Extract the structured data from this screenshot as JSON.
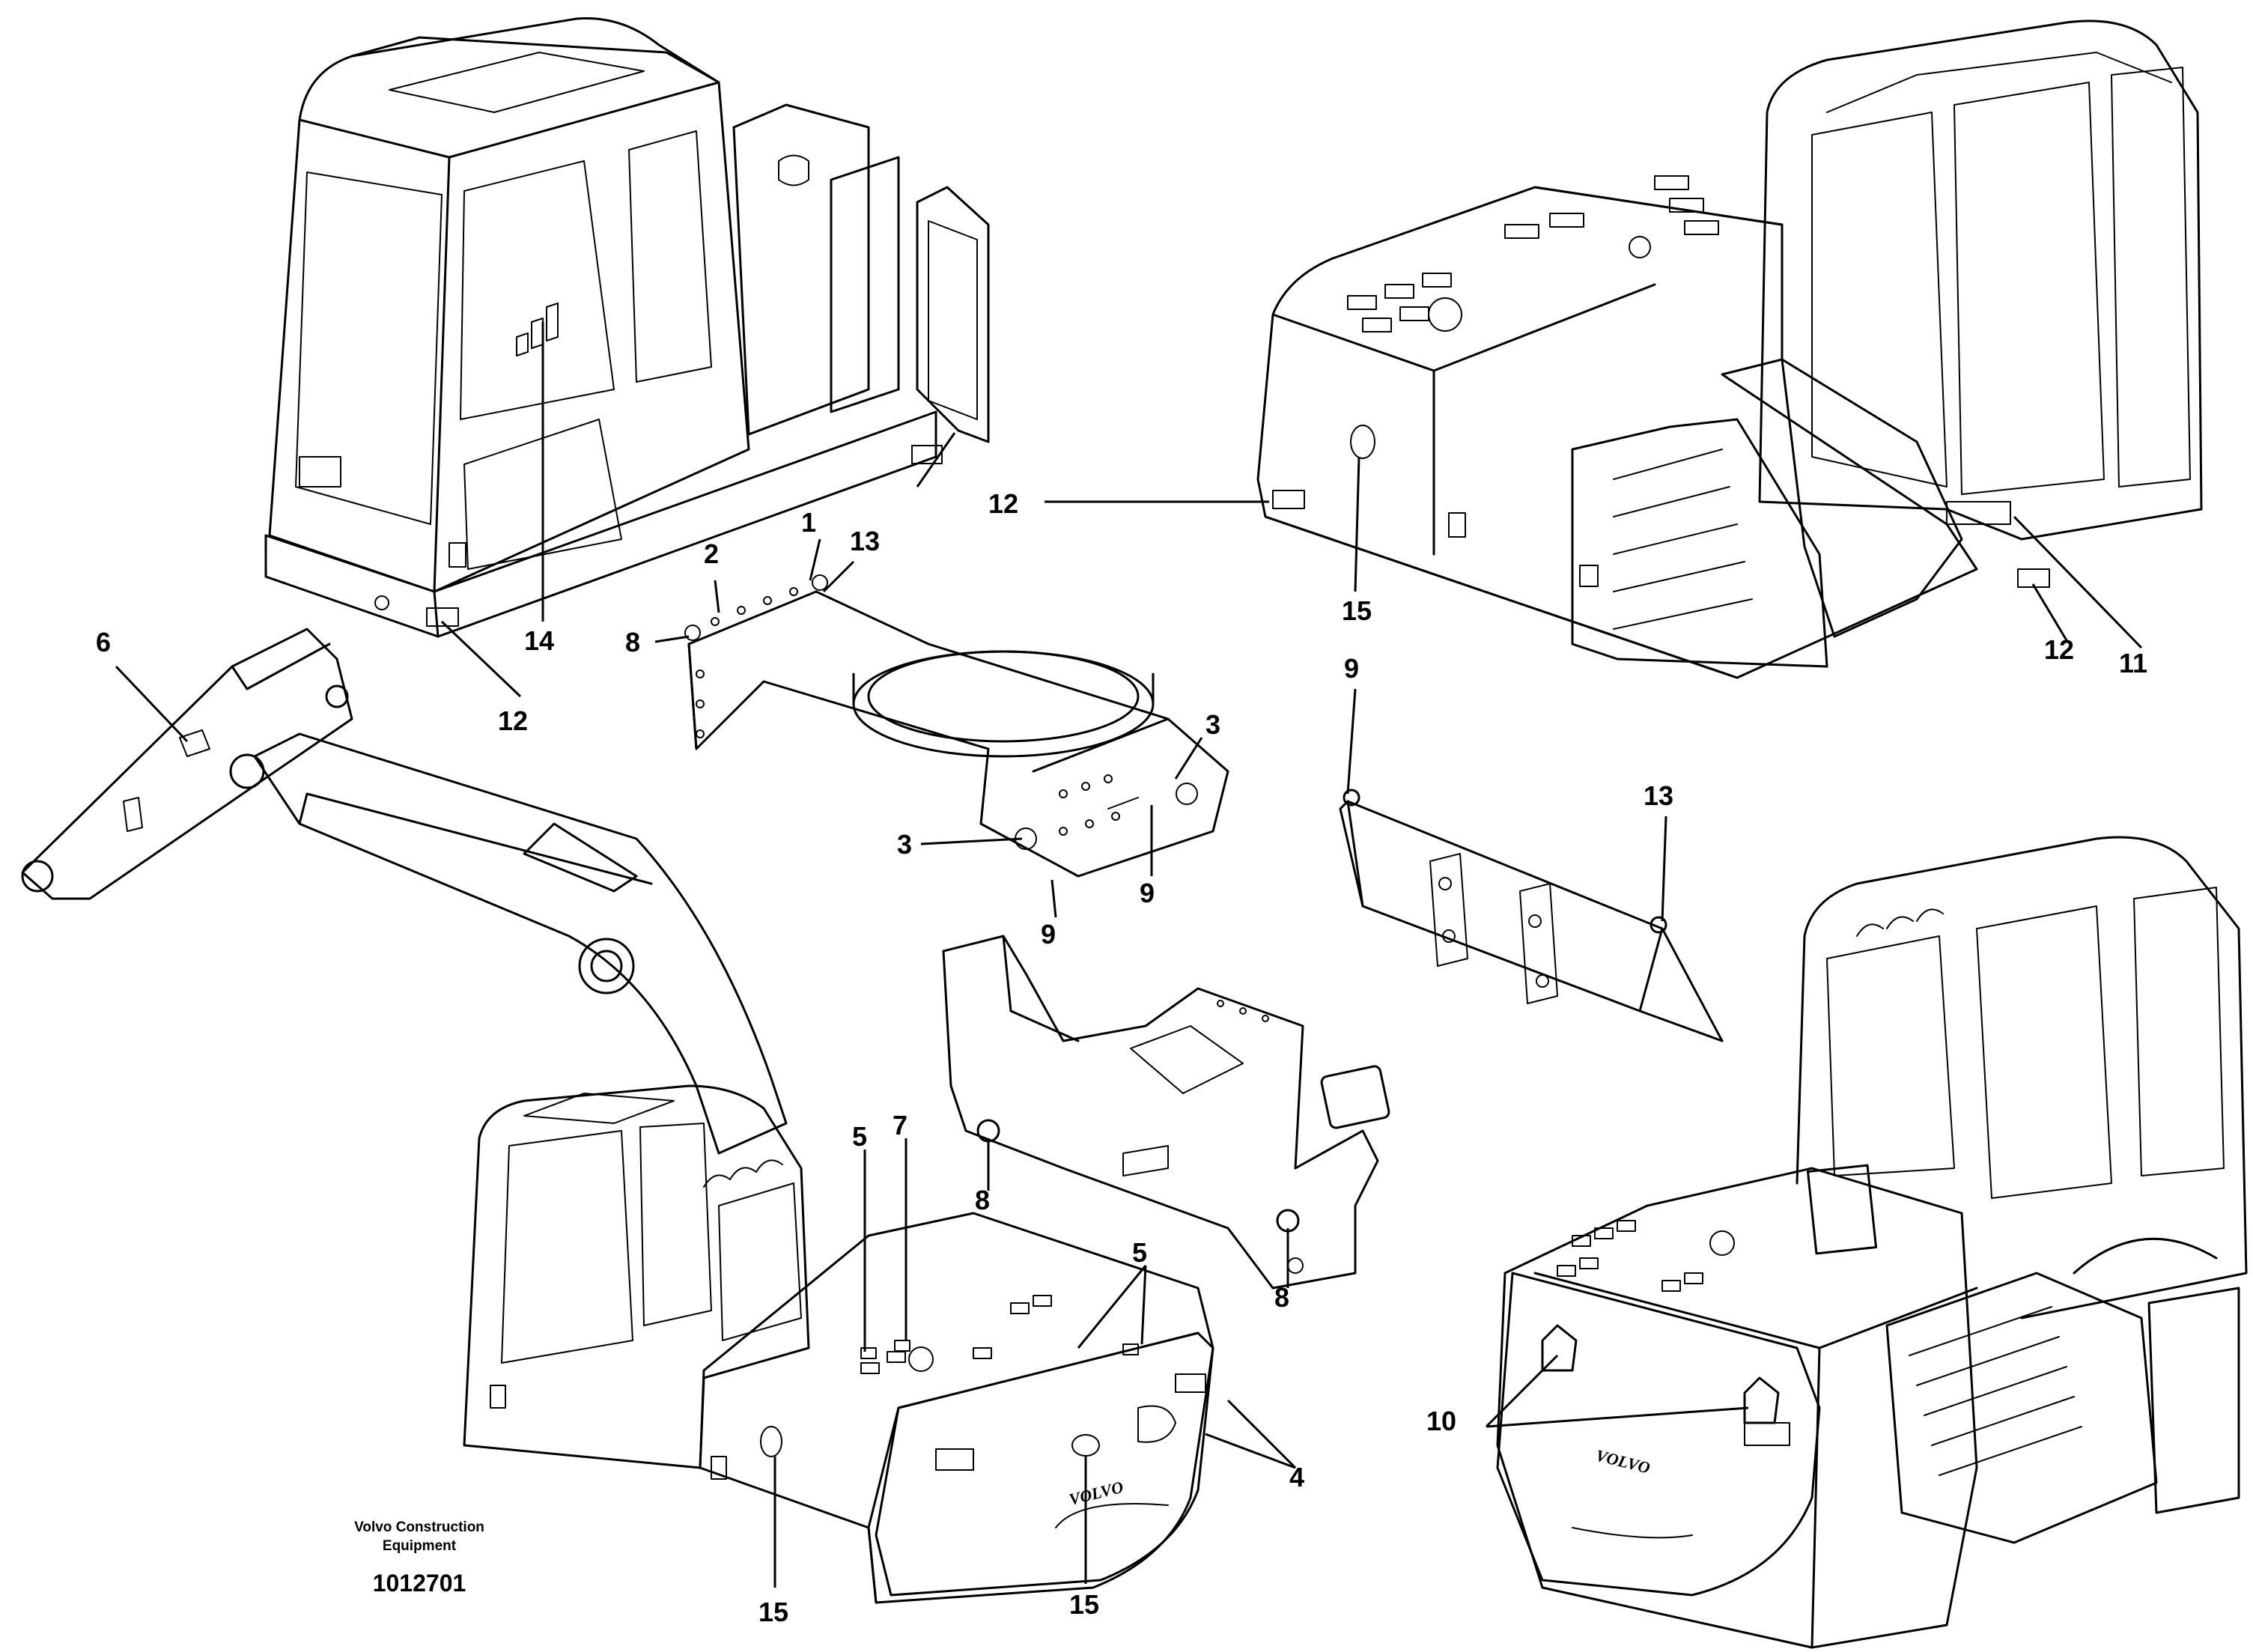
{
  "callouts": [
    {
      "id": "1",
      "label": "1"
    },
    {
      "id": "2",
      "label": "2"
    },
    {
      "id": "3a",
      "label": "3"
    },
    {
      "id": "3b",
      "label": "3"
    },
    {
      "id": "4",
      "label": "4"
    },
    {
      "id": "5a",
      "label": "5"
    },
    {
      "id": "5b",
      "label": "5"
    },
    {
      "id": "6",
      "label": "6"
    },
    {
      "id": "7",
      "label": "7"
    },
    {
      "id": "8a",
      "label": "8"
    },
    {
      "id": "8b",
      "label": "8"
    },
    {
      "id": "8c",
      "label": "8"
    },
    {
      "id": "9a",
      "label": "9"
    },
    {
      "id": "9b",
      "label": "9"
    },
    {
      "id": "9c",
      "label": "9"
    },
    {
      "id": "10",
      "label": "10"
    },
    {
      "id": "11",
      "label": "11"
    },
    {
      "id": "12a",
      "label": "12"
    },
    {
      "id": "12b",
      "label": "12"
    },
    {
      "id": "12c",
      "label": "12"
    },
    {
      "id": "13a",
      "label": "13"
    },
    {
      "id": "13b",
      "label": "13"
    },
    {
      "id": "14",
      "label": "14"
    },
    {
      "id": "15a",
      "label": "15"
    },
    {
      "id": "15b",
      "label": "15"
    },
    {
      "id": "15c",
      "label": "15"
    }
  ],
  "footer": {
    "credit_line1": "Volvo Construction",
    "credit_line2": "Equipment",
    "document_number": "1012701"
  },
  "brand_marks": {
    "counterweight_logo_1": "VOLVO",
    "counterweight_logo_2": "VOLVO"
  }
}
